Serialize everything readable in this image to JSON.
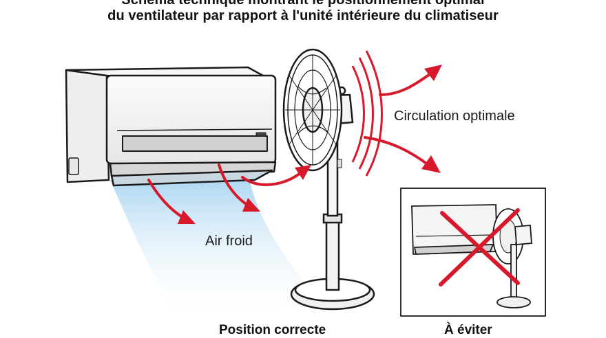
{
  "title": {
    "line1": "Schéma technique montrant le positionnement optimal",
    "line2": "du ventilateur par rapport à l'unité intérieure du climatiseur"
  },
  "labels": {
    "circulation": "Circulation optimale",
    "air_froid": "Air froid"
  },
  "captions": {
    "correct": "Position correcte",
    "avoid": "À éviter"
  },
  "colors": {
    "arrow": "#d8192c",
    "cold_air": "#bfe0f4",
    "outline": "#1a1a1a",
    "cross": "#d8192c"
  }
}
